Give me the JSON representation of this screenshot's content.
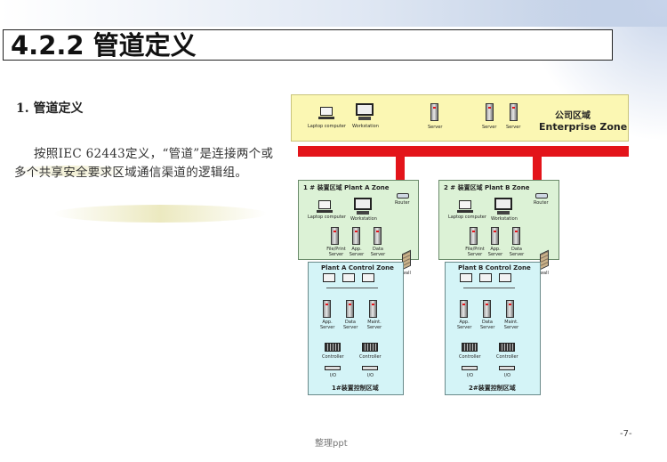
{
  "slide": {
    "title": "4.2.2  管道定义",
    "subheading": "1. 管道定义",
    "paragraph": "按照IEC 62443定义，“管道”是连接两个或多个共享安全要求区域通信渠道的逻辑组。",
    "page_number": "-7-",
    "footer": "整理ppt"
  },
  "diagram": {
    "enterprise_zone": {
      "label_cn": "公司区域",
      "label_en": "Enterprise Zone",
      "devices": {
        "laptop": "Laptop computer",
        "workstation": "Workstation",
        "server1": "Server",
        "server2": "Server",
        "server3": "Server"
      }
    },
    "plant_a": {
      "label": "1 # 装置区域 Plant A Zone",
      "router": "Router",
      "laptop": "Laptop computer",
      "workstation": "Workstation",
      "file_server": "File/Print Server",
      "app_server": "App. Server",
      "data_server": "Data Server",
      "firewall": "Firewall"
    },
    "plant_a_control": {
      "label": "Plant A Control Zone",
      "app_server": "App. Server",
      "data_server": "Data Server",
      "maint_server": "Maint. Server",
      "controller1": "Controller",
      "controller2": "Controller",
      "io1": "I/O",
      "io2": "I/O",
      "bottom_label": "1#装置控制区域"
    },
    "plant_b": {
      "label": "2 # 装置区域 Plant B Zone",
      "router": "Router",
      "laptop": "Laptop computer",
      "workstation": "Workstation",
      "file_server": "File/Print Server",
      "app_server": "App. Server",
      "data_server": "Data Server",
      "firewall": "Firewall"
    },
    "plant_b_control": {
      "label": "Plant B Control Zone",
      "app_server": "App. Server",
      "data_server": "Data Server",
      "maint_server": "Maint. Server",
      "controller1": "Controller",
      "controller2": "Controller",
      "io1": "I/O",
      "io2": "I/O",
      "bottom_label": "2#装置控制区域"
    },
    "colors": {
      "enterprise_zone": "#fbf7b3",
      "conduit": "#e3141a",
      "plant_zone": "#dcf2d6",
      "control_zone": "#d4f4f7"
    }
  }
}
